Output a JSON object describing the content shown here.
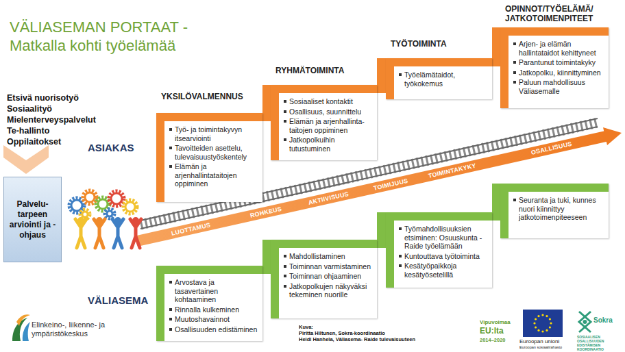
{
  "diagram": {
    "title": "VÄLIASEMAN PORTAAT -Matkalla kohti työelämää",
    "nodes": [
      {
        "text": [
          "Palvelu-tarpeen arviointi ja -ohjaus"
        ]
      },
      {
        "text": [
          "YKSILÖVALMENNUS",
          "Työ- ja toimintakyvyn itsearviointi",
          "Tavoitteiden asettelu, tulevaisuustyöskentely",
          "Elämän ja arjenhallintataitojen oppiminen"
        ]
      },
      {
        "text": [
          "RYHMÄTOIMINTA",
          "Sosiaaliset kontaktit",
          "Osallisuus, suunnittelu",
          "Elämän ja arjenhallinta-taitojen oppiminen",
          "Jatkopolkuihin tutustuminen"
        ]
      },
      {
        "text": [
          "TYÖTOIMINTA",
          "Työelämätaidot, työkokemus"
        ]
      },
      {
        "text": [
          "OPINNOT/TYÖELÄMÄ/ JATKOTOIMENPITEET",
          "Arjen- ja elämän hallintataidot kehittyneet",
          "Parantunut toimintakyky",
          "Jatkopolku, kiinnittyminen",
          "Paluun mahdollisuus Väliasemalle"
        ]
      },
      {
        "text": [
          "Arvostava ja tasavertainen kohtaaminen",
          "Rinnalla kulkeminen",
          "Muutoshavainnot",
          "Osallisuuden edistäminen"
        ]
      },
      {
        "text": [
          "Mahdollistaminen",
          "Toiminnan varmistaminen",
          "Toiminnan ohjaaminen",
          "Jatkopolkujen näkyväksi tekeminen nuorille"
        ]
      },
      {
        "text": [
          "Työmahdollisuuksien etsiminen: Osuuskunta - Raide työelämään",
          "Kuntouttava työtoiminta",
          "Kesätyöpaikkoja kesätyösetelillä"
        ]
      },
      {
        "text": [
          "Seuranta ja tuki, kunnes nuori kiinnittyy jatkotoimenpiteeseen"
        ]
      }
    ],
    "labels": [
      "Etsivä nuorisotyö",
      "Sosiaalityö",
      "Mielenterveyspalvelut",
      "Te-hallinto",
      "Oppilaitokset",
      "ASIAKAS",
      "VÄLIASEMA",
      "LUOTTAMUS",
      "ROHKEUS",
      "AKTIIVISUUS",
      "TOIMIJUUS",
      "TOIMINTAKYKY",
      "OSALLISUUS",
      "Kuva:",
      "Piritta Hiltunen, Sokra-koordinaatio",
      "Heidi Hanhela, Väliasema- Raide tulevaisuuteen",
      "Elinkeino-, liikenne- ja ympäristökeskus",
      "Vipuvoimaa",
      "EU:lta",
      "2014–2020",
      "Euroopan unioni",
      "Euroopan sosiaalirahasto",
      "Sokra",
      "SOSIAALISEN OSALLISUUDEN EDISTÄMISEN KOORDINAATIO"
    ]
  }
}
